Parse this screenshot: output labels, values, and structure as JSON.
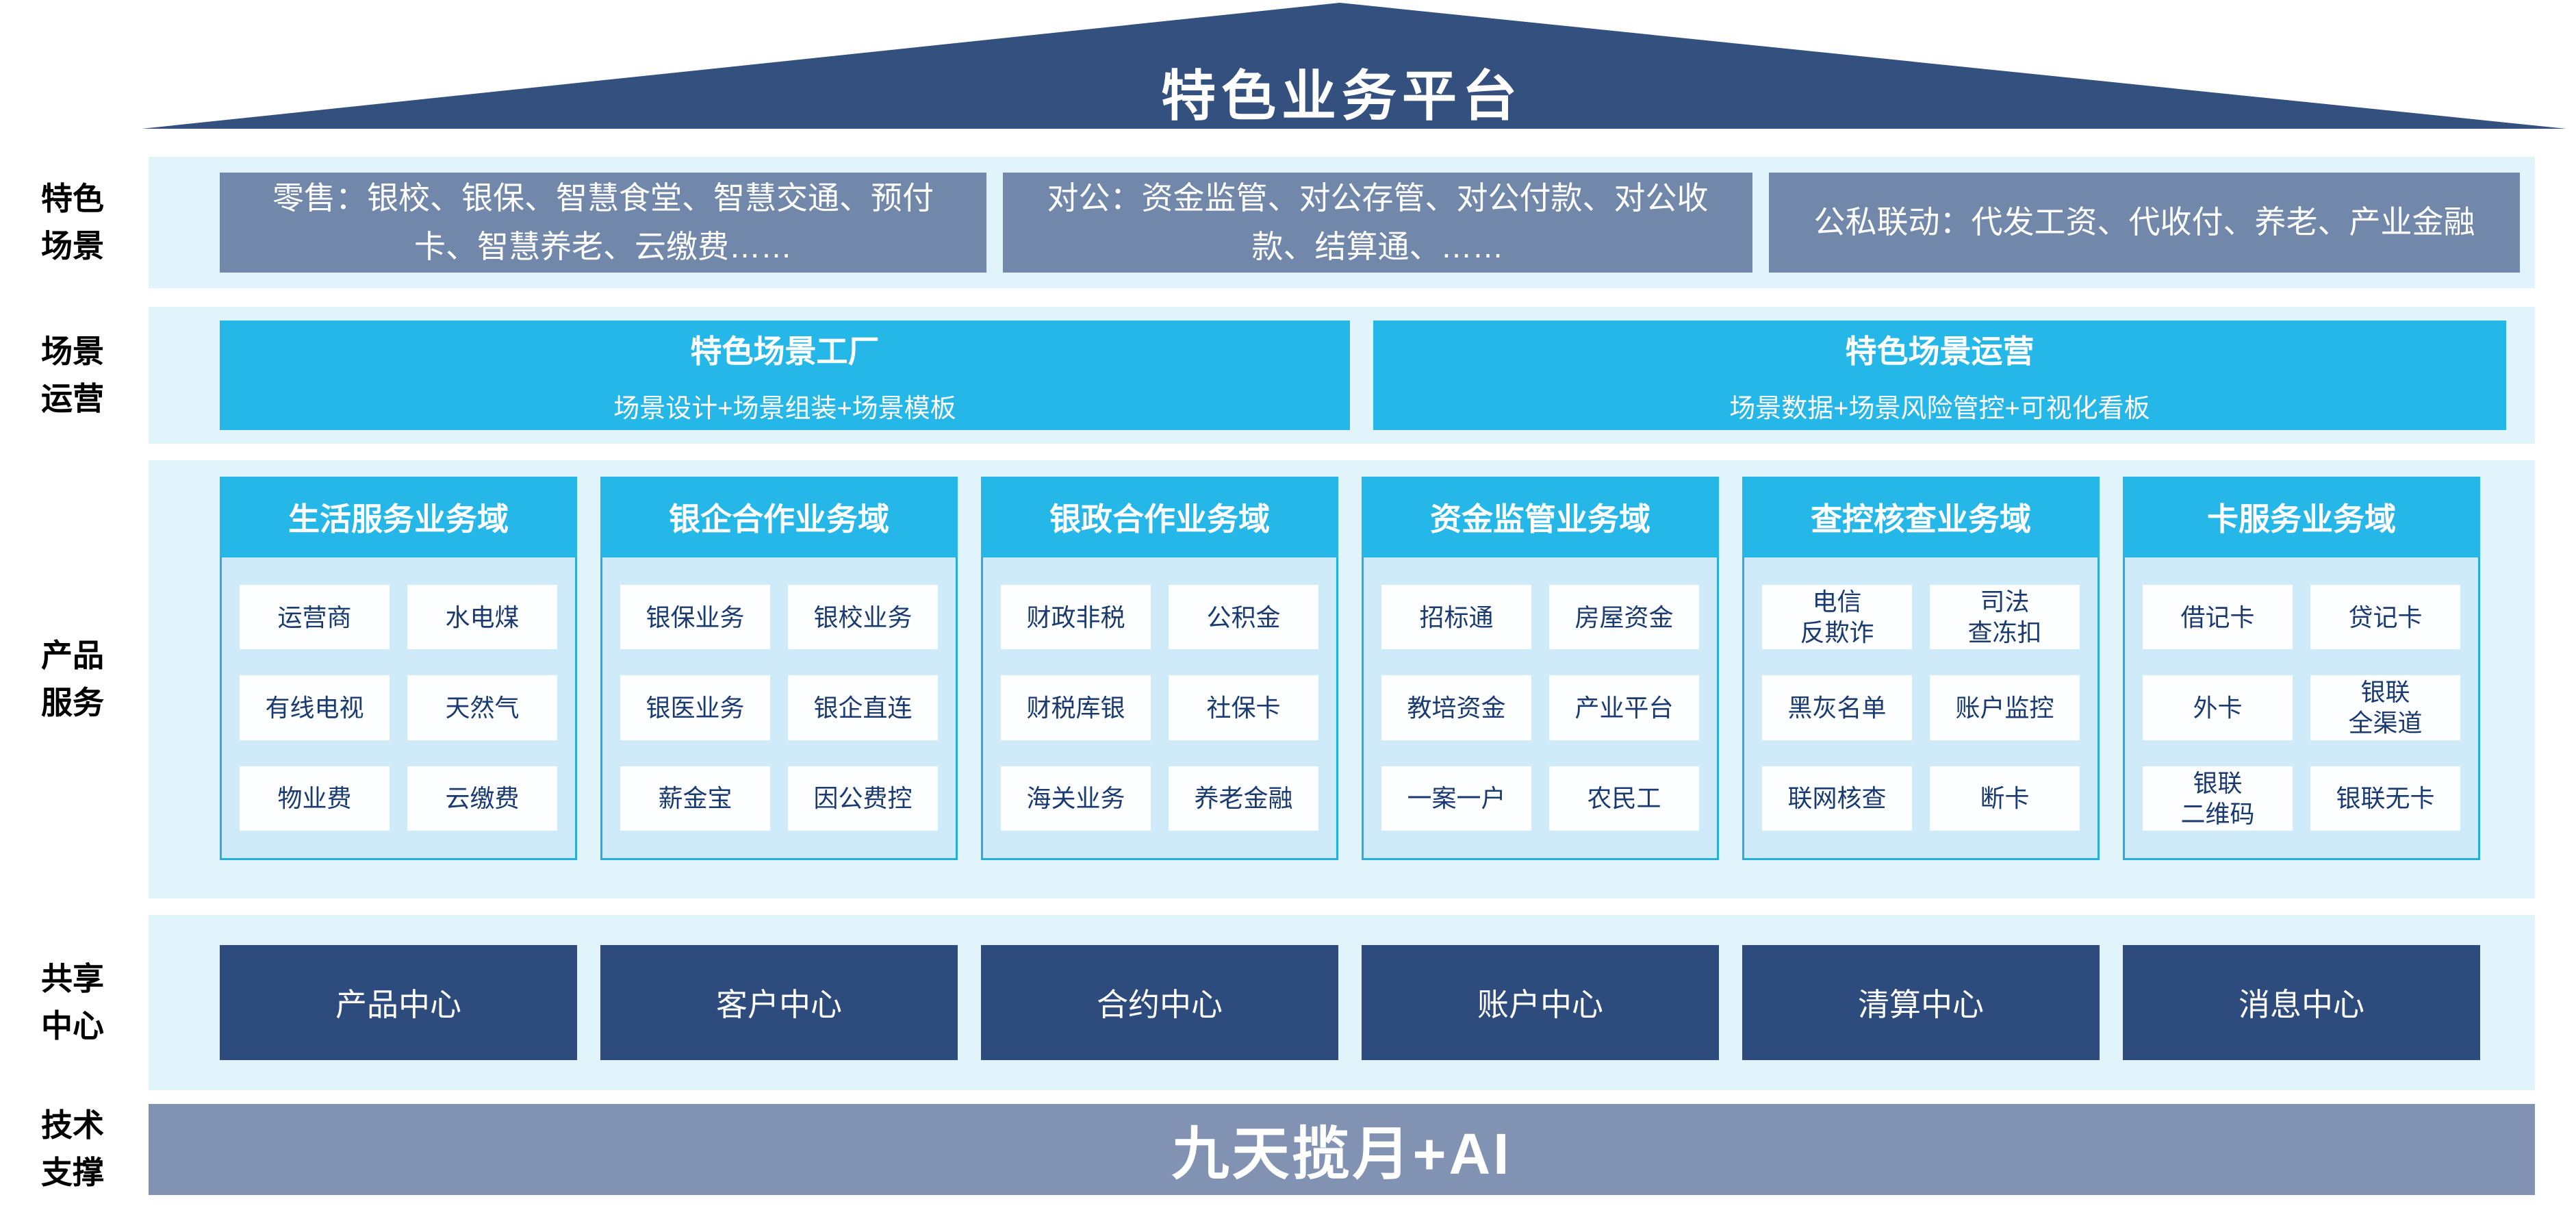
{
  "title": "特色业务平台",
  "colors": {
    "roof_navy": "#33507f",
    "band_light_blue": "#e1f4fc",
    "scene_box_gray_blue": "#7288aa",
    "accent_cyan": "#26b7e9",
    "panel_body_blue": "#cfeaf8",
    "cell_text_navy": "#1a3a72",
    "center_box_navy": "#2d4b7c",
    "tech_bar_slate": "#8192b3"
  },
  "rows": {
    "scenes": {
      "label": "特色\n场景",
      "boxes": [
        "零售：银校、银保、智慧食堂、智慧交通、预付卡、智慧养老、云缴费……",
        "对公：资金监管、对公存管、对公付款、对公收款、结算通、……",
        "公私联动：代发工资、代收付、养老、产业金融"
      ]
    },
    "operations": {
      "label": "场景\n运营",
      "boxes": [
        {
          "title": "特色场景工厂",
          "subtitle": "场景设计+场景组装+场景模板"
        },
        {
          "title": "特色场景运营",
          "subtitle": "场景数据+场景风险管控+可视化看板"
        }
      ]
    },
    "products": {
      "label": "产品\n服务",
      "domains": [
        {
          "title": "生活服务业务域",
          "items": [
            "运营商",
            "水电煤",
            "有线电视",
            "天然气",
            "物业费",
            "云缴费"
          ]
        },
        {
          "title": "银企合作业务域",
          "items": [
            "银保业务",
            "银校业务",
            "银医业务",
            "银企直连",
            "薪金宝",
            "因公费控"
          ]
        },
        {
          "title": "银政合作业务域",
          "items": [
            "财政非税",
            "公积金",
            "财税库银",
            "社保卡",
            "海关业务",
            "养老金融"
          ]
        },
        {
          "title": "资金监管业务域",
          "items": [
            "招标通",
            "房屋资金",
            "教培资金",
            "产业平台",
            "一案一户",
            "农民工"
          ]
        },
        {
          "title": "查控核查业务域",
          "items": [
            "电信\n反欺诈",
            "司法\n查冻扣",
            "黑灰名单",
            "账户监控",
            "联网核查",
            "断卡"
          ]
        },
        {
          "title": "卡服务业务域",
          "items": [
            "借记卡",
            "贷记卡",
            "外卡",
            "银联\n全渠道",
            "银联\n二维码",
            "银联无卡"
          ]
        }
      ]
    },
    "shared": {
      "label": "共享\n中心",
      "boxes": [
        "产品中心",
        "客户中心",
        "合约中心",
        "账户中心",
        "清算中心",
        "消息中心"
      ]
    },
    "tech": {
      "label": "技术\n支撑",
      "bar": "九天揽月+AI"
    }
  }
}
